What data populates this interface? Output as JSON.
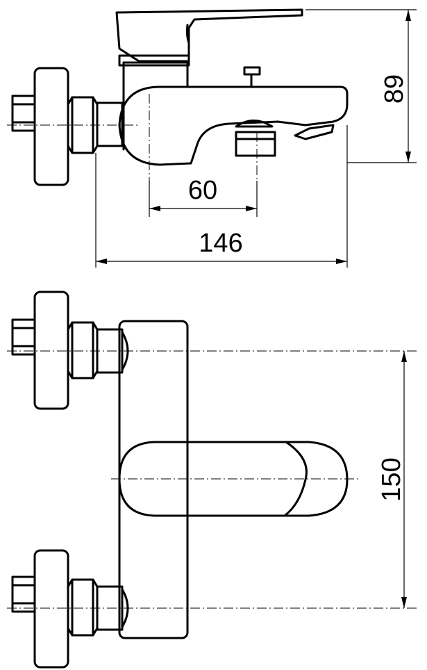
{
  "dimensions": {
    "width_60": "60",
    "width_146": "146",
    "height_89": "89",
    "height_150": "150"
  }
}
